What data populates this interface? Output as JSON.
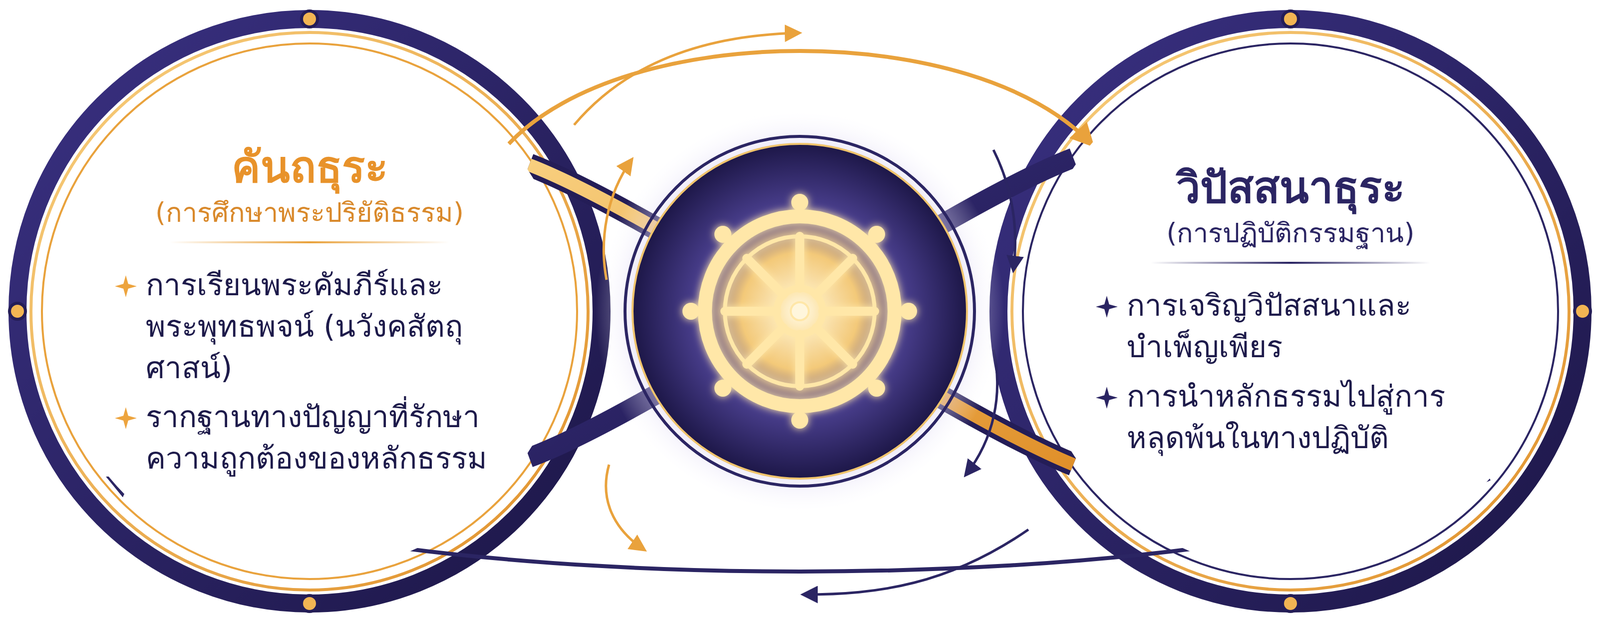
{
  "diagram": {
    "nodes": [
      {
        "text": [
          "คันถธุระ",
          "(การศึกษาพระปริยัติธรรม)",
          "การเรียนพระคัมภีร์และ พระพุทธพจน์ (นวังคสัตถุศาสน์)",
          "รากฐานทางปัญญาที่รักษา ความถูกต้องของหลักธรรม"
        ]
      },
      {
        "text": [
          "วิปัสสนาธุระ",
          "(การปฏิบัติกรรมฐาน)",
          "การเจริญวิปัสสนาและ บำเพ็ญเพียร",
          "การนำหลักธรรมไปสู่การ หลุดพ้นในทางปฏิบัติ"
        ]
      }
    ],
    "edges": [
      {
        "from": 0,
        "to": 1,
        "arrow": "to"
      },
      {
        "from": 1,
        "to": 0,
        "arrow": "to"
      }
    ]
  }
}
